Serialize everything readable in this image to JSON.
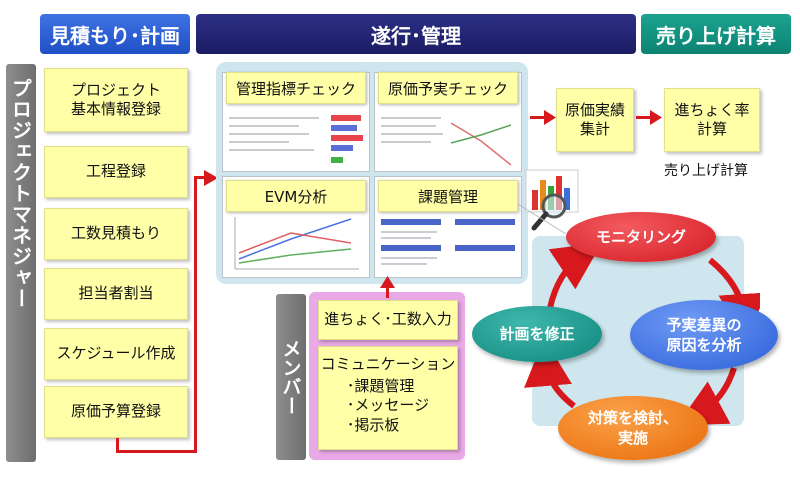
{
  "headers": {
    "estimate_plan": "見積もり･計画",
    "execution": "遂行･管理",
    "sales": "売り上げ計算"
  },
  "roles": {
    "pm": "プロジェクトマネジャー",
    "member": "メンバー"
  },
  "pm_steps": [
    "プロジェクト\n基本情報登録",
    "工程登録",
    "工数見積もり",
    "担当者割当",
    "スケジュール作成",
    "原価予算登録"
  ],
  "panels": {
    "kpi_check": "管理指標チェック",
    "cost_check": "原価予実チェック",
    "evm": "EVM分析",
    "issues": "課題管理"
  },
  "sales_flow": {
    "cost_aggregate": "原価実績\n集計",
    "progress_rate": "進ちょく率\n計算",
    "caption": "売り上げ計算"
  },
  "member_tasks": {
    "progress_input": "進ちょく･工数入力",
    "communication_title": "コミュニケーション",
    "communication_items": [
      "･課題管理",
      "･メッセージ",
      "･掲示板"
    ]
  },
  "cycle": {
    "monitoring": "モニタリング",
    "variance": "予実差異の\n原因を分析",
    "countermeasure": "対策を検討、\n実施",
    "revise_plan": "計画を修正"
  },
  "colors": {
    "header_blue": "#2a5fd6",
    "header_navy": "#24257a",
    "header_teal": "#139482",
    "arrow_red": "#d7181d",
    "note_yellow": "#ffffa8",
    "monitoring_red": "#e5202a",
    "variance_blue": "#3a6ee8",
    "countermeasure_orange": "#f07a10",
    "revise_teal": "#18958b"
  }
}
